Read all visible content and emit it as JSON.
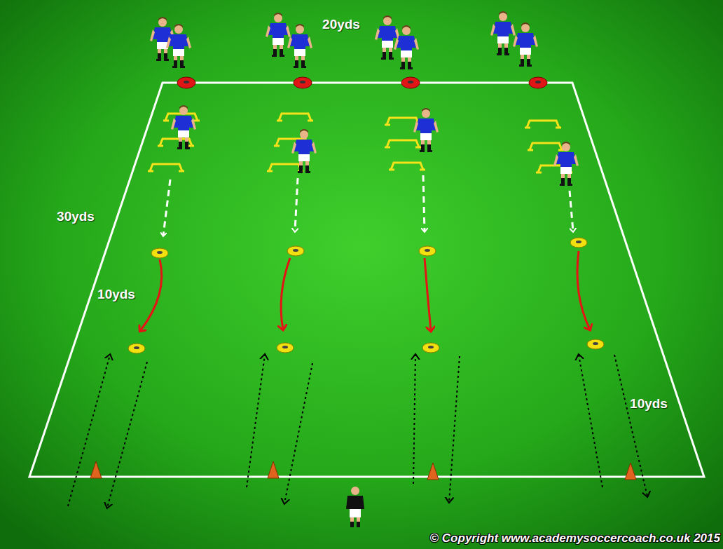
{
  "diagram": {
    "labels": [
      "20yds",
      "30yds",
      "10yds",
      "10yds",
      "© Copyright www.academysoccercoach.co.uk 2015"
    ]
  }
}
